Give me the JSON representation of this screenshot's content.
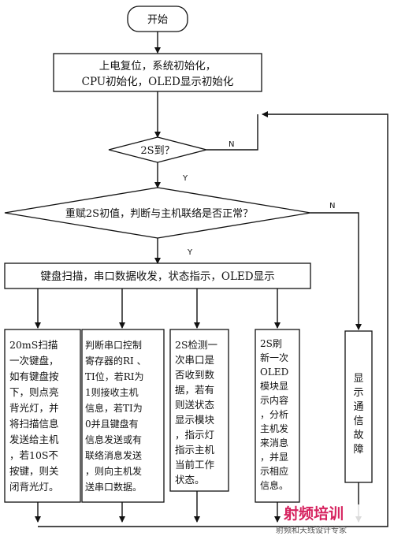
{
  "flowchart": {
    "start": "开始",
    "init": [
      "上电复位，系统初始化，",
      "CPU初始化，OLED显示初始化"
    ],
    "decision_2s": "2S到？",
    "decision_link": "重赋2S初值，判断与主机联络是否正常？",
    "main_task": "键盘扫描，串口数据收发，状态指示，OLED显示",
    "yes_label": "Y",
    "no_label": "N",
    "task_keyboard": [
      "20mS扫描",
      "一次键盘，",
      "如有键盘按",
      "下，则点亮",
      "背光灯，并",
      "将扫描信息",
      "发送给主机",
      "，若10S不",
      "按键，则关",
      "闭背光灯。"
    ],
    "task_serial_ctrl": [
      "判断串口控制",
      "寄存器的RI 、",
      "TI位，若RI为",
      "1则接收主机",
      "信息，若TI为",
      "0并且键盘有",
      "信息发送或有",
      "联络消息发送",
      "，则向主机发",
      "送串口数据。"
    ],
    "task_serial_check": [
      "2S检测一",
      "次串口是",
      "否收到数",
      "据，若有",
      "则送状态",
      "显示模块",
      "，指示灯",
      "指示主机",
      "当前工作",
      "状态。"
    ],
    "task_oled": [
      "2S刷",
      "新一次",
      "OLED",
      "模块显",
      "示内容",
      "，分析",
      "主机发",
      "来消息",
      "，并显",
      "示相应",
      "信息。"
    ],
    "task_fault": [
      "显",
      "示",
      "通",
      "信",
      "故",
      "障"
    ]
  },
  "watermark": {
    "brand": "射频培训",
    "sub": "射频和天线设计专家"
  }
}
